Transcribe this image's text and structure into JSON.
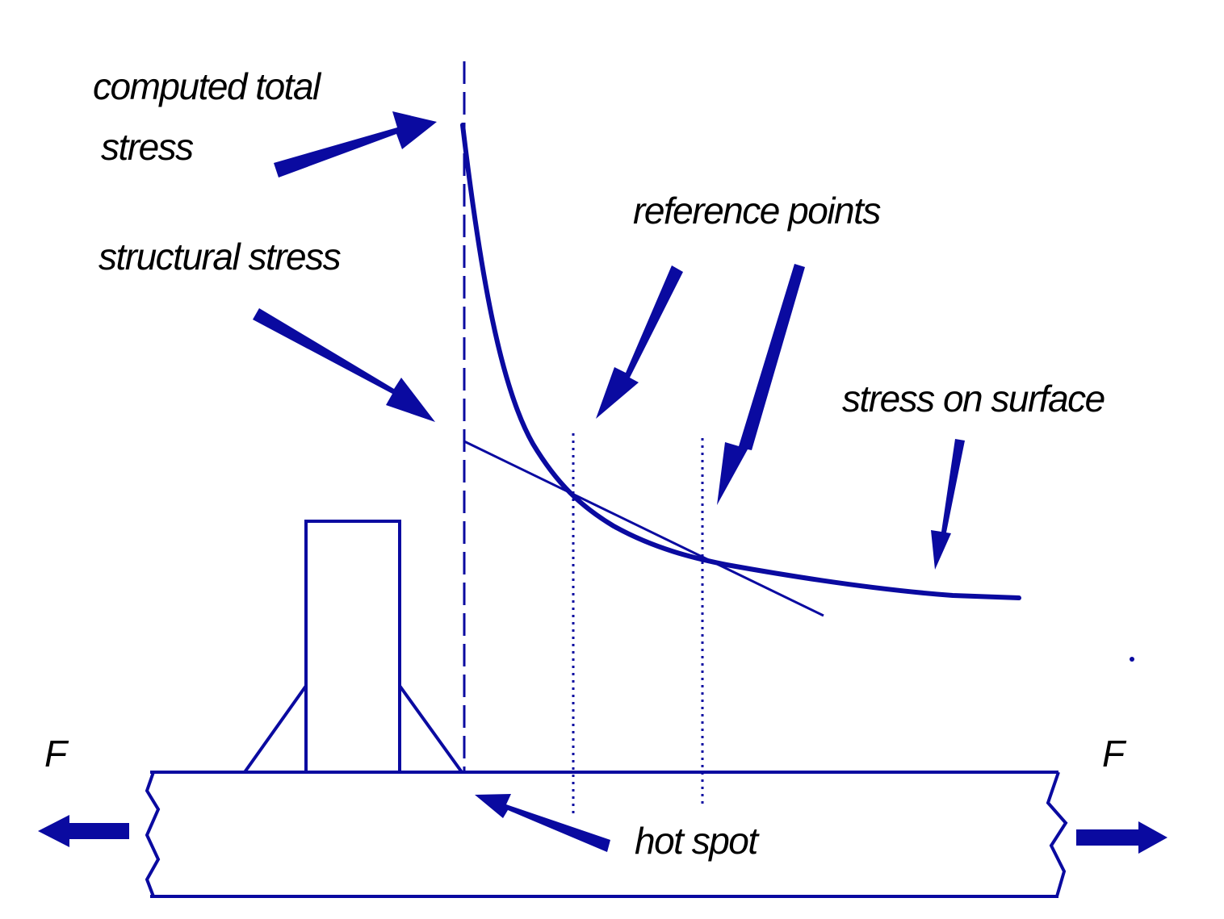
{
  "colors": {
    "ink": "#0a0aa0",
    "text": "#000000",
    "background": "#ffffff"
  },
  "labels": {
    "computed_total_line1": "computed total",
    "computed_total_line2": "stress",
    "structural_stress": "structural stress",
    "reference_points": "reference points",
    "stress_on_surface": "stress on surface",
    "hot_spot": "hot spot",
    "force_left": "F",
    "force_right": "F"
  }
}
